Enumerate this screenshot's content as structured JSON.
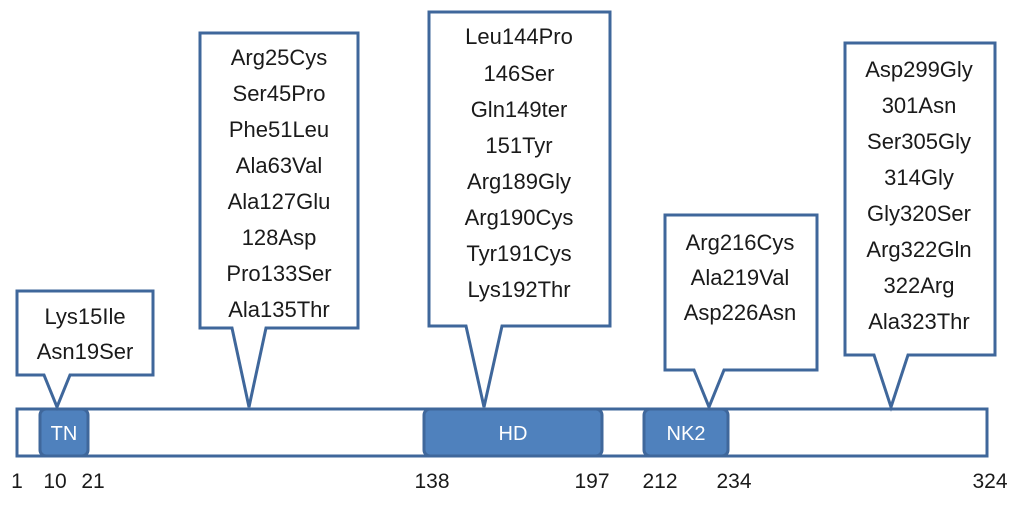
{
  "colors": {
    "outline": "#3f679b",
    "domain_fill": "#4f81bd",
    "domain_text": "#ffffff",
    "box_fill": "#ffffff",
    "text": "#1a1a1a"
  },
  "protein": {
    "start": 1,
    "end": 324
  },
  "domains": [
    {
      "name": "TN",
      "start": 10,
      "end": 21
    },
    {
      "name": "HD",
      "start": 138,
      "end": 197
    },
    {
      "name": "NK2",
      "start": 212,
      "end": 234
    }
  ],
  "position_labels": [
    "1",
    "10",
    "21",
    "138",
    "197",
    "212",
    "234",
    "324"
  ],
  "callouts": [
    {
      "mutations": [
        "Lys15Ile",
        "Asn19Ser"
      ]
    },
    {
      "mutations": [
        "Arg25Cys",
        "Ser45Pro",
        "Phe51Leu",
        "Ala63Val",
        "Ala127Glu",
        "128Asp",
        "Pro133Ser",
        "Ala135Thr"
      ]
    },
    {
      "mutations": [
        "Leu144Pro",
        "146Ser",
        "Gln149ter",
        "151Tyr",
        "Arg189Gly",
        "Arg190Cys",
        "Tyr191Cys",
        "Lys192Thr"
      ]
    },
    {
      "mutations": [
        "Arg216Cys",
        "Ala219Val",
        "Asp226Asn"
      ]
    },
    {
      "mutations": [
        "Asp299Gly",
        "301Asn",
        "Ser305Gly",
        "314Gly",
        "Gly320Ser",
        "Arg322Gln",
        "322Arg",
        "Ala323Thr"
      ]
    }
  ]
}
